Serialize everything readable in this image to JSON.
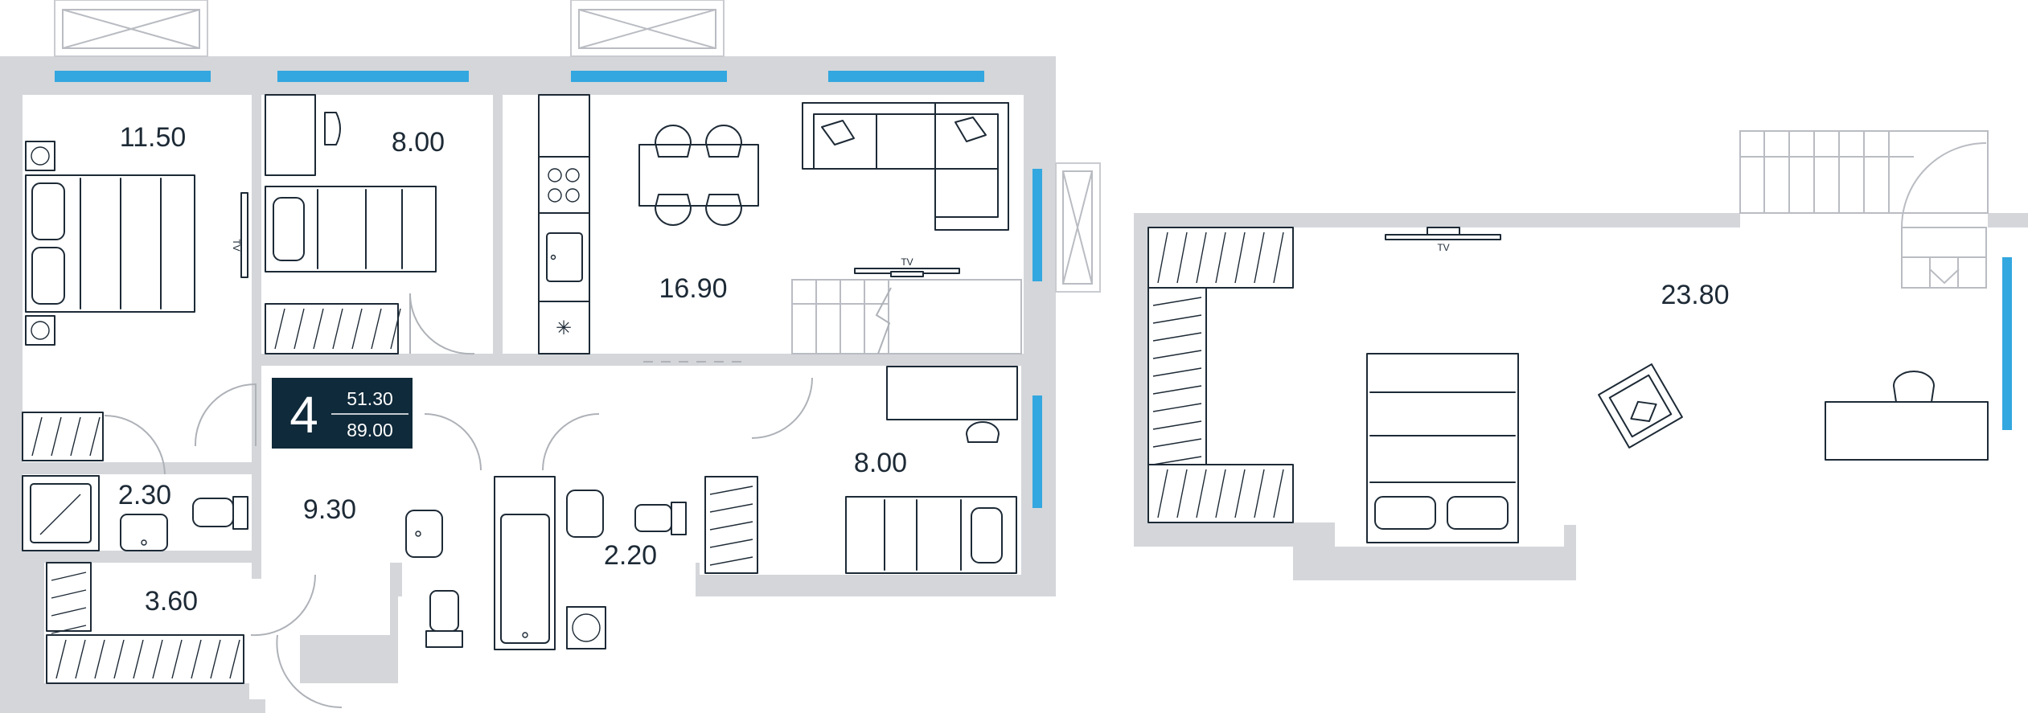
{
  "apartment": {
    "rooms_count": "4",
    "living_area": "51.30",
    "total_area": "89.00"
  },
  "rooms": {
    "bedroom_left": "11.50",
    "bedroom_top": "8.00",
    "kitchen_living": "16.90",
    "bathroom": "2.30",
    "hall": "9.30",
    "storage": "3.60",
    "bath_wc": "2.20",
    "bedroom_right": "8.00",
    "upper_floor": "23.80"
  },
  "labels": {
    "tv_bedroom": "TV",
    "tv_kitchen": "TV",
    "tv_upper": "TV"
  },
  "colors": {
    "wall": "#d4d6da",
    "window_glass": "#33a7df",
    "badge_background": "#0f2a3a",
    "line": "#1d2a36"
  }
}
